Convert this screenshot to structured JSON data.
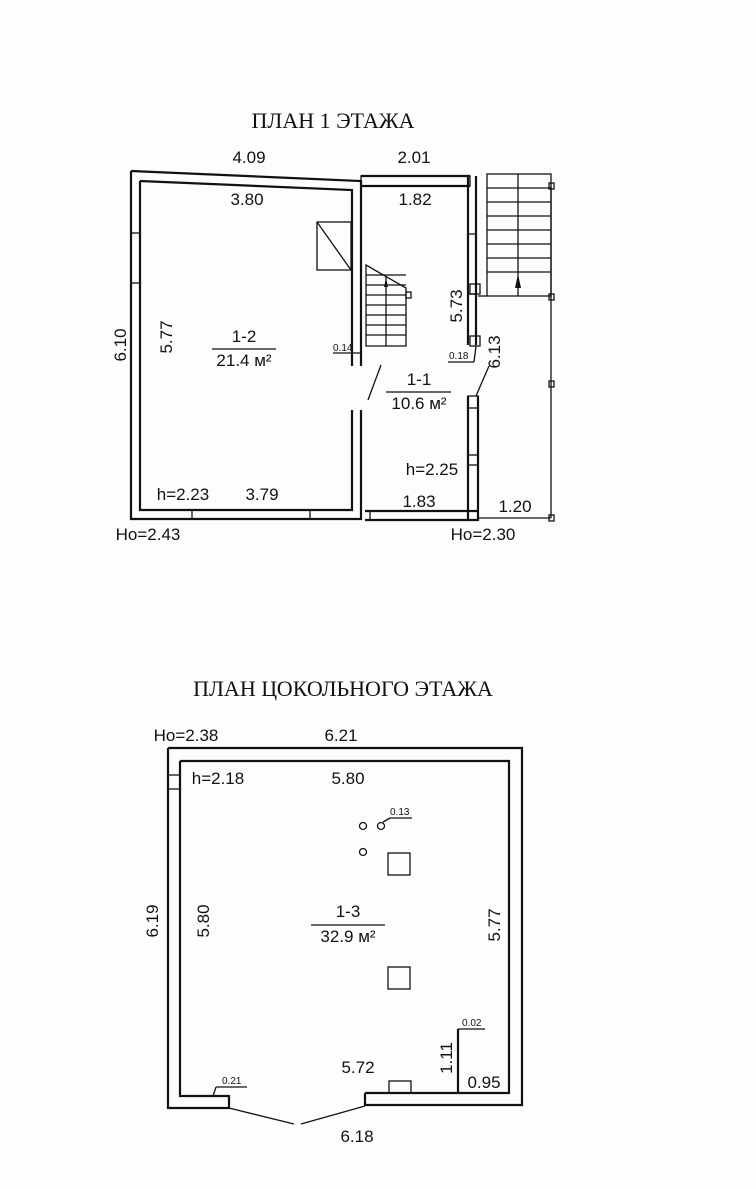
{
  "plan1": {
    "title": "ПЛАН 1  ЭТАЖА",
    "dims": {
      "top_outer_left": "4.09",
      "top_inner_left": "3.80",
      "top_outer_right": "2.01",
      "top_inner_right": "1.82",
      "left_outer": "6.10",
      "left_inner": "5.77",
      "inner_5_73": "5.73",
      "right_6_13": "6.13",
      "bottom_inner_left": "3.79",
      "bottom_inner_right": "1.83",
      "porch": "1.20",
      "wall_014": "0.14",
      "wall_018": "0.18"
    },
    "heights": {
      "h_left": "h=2.23",
      "h_right": "h=2.25",
      "ho_left": "Ho=2.43",
      "ho_right": "Ho=2.30"
    },
    "rooms": [
      {
        "id": "1-2",
        "area": "21.4 м²"
      },
      {
        "id": "1-1",
        "area": "10.6 м²"
      }
    ]
  },
  "plan0": {
    "title": "ПЛАН ЦОКОЛЬНОГО ЭТАЖА",
    "dims": {
      "top_outer": "6.21",
      "top_inner": "5.80",
      "left_outer": "6.19",
      "left_inner": "5.80",
      "right_inner": "5.77",
      "bottom_inner": "5.72",
      "bottom_outer": "6.18",
      "partition_len": "1.11",
      "partition_off": "0.95",
      "pipe": "0.13",
      "partition_thk": "0.02",
      "wall_021": "0.21"
    },
    "heights": {
      "ho": "Ho=2.38",
      "h": "h=2.18"
    },
    "rooms": [
      {
        "id": "1-3",
        "area": "32.9 м²"
      }
    ]
  }
}
